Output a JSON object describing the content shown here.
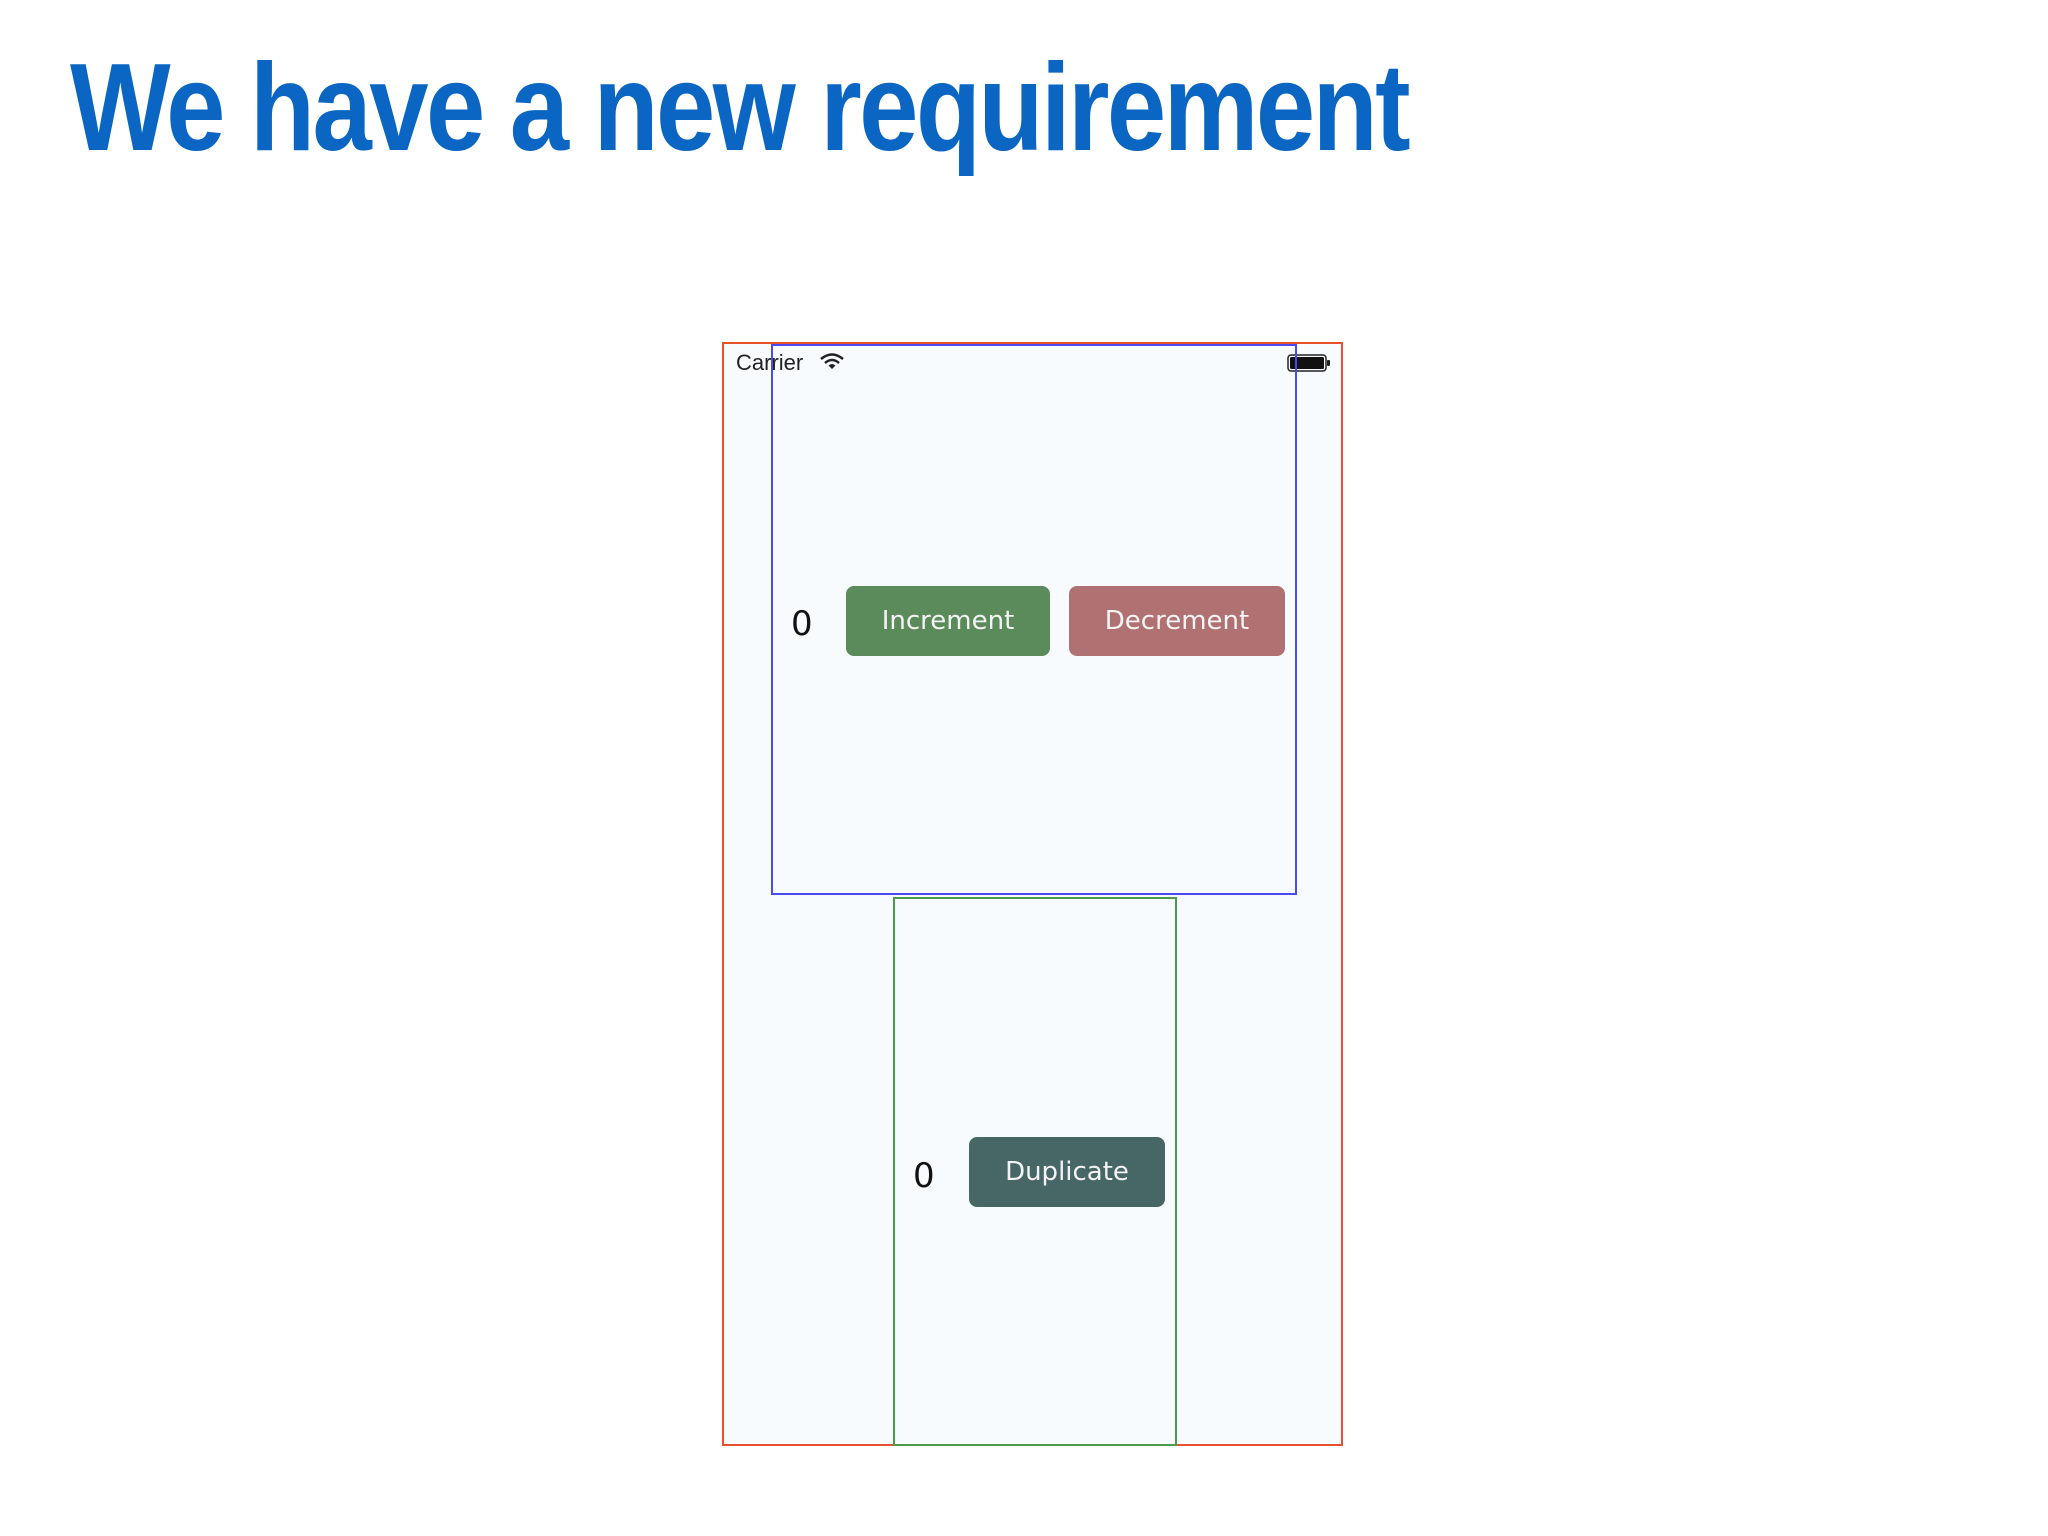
{
  "slide": {
    "title": "We have a new requirement"
  },
  "status_bar": {
    "carrier": "Carrier",
    "wifi_icon": "wifi-icon",
    "battery_icon": "battery-icon"
  },
  "counter": {
    "value": "0",
    "increment_label": "Increment",
    "decrement_label": "Decrement"
  },
  "duplicate": {
    "value": "0",
    "button_label": "Duplicate"
  },
  "colors": {
    "title": "#0a66c2",
    "root_border": "#e8502e",
    "counter_border": "#4a4af0",
    "duplicate_border": "#4c9a4c",
    "increment_button": "#5b8a5b",
    "decrement_button": "#b07172",
    "duplicate_button": "#476766"
  }
}
